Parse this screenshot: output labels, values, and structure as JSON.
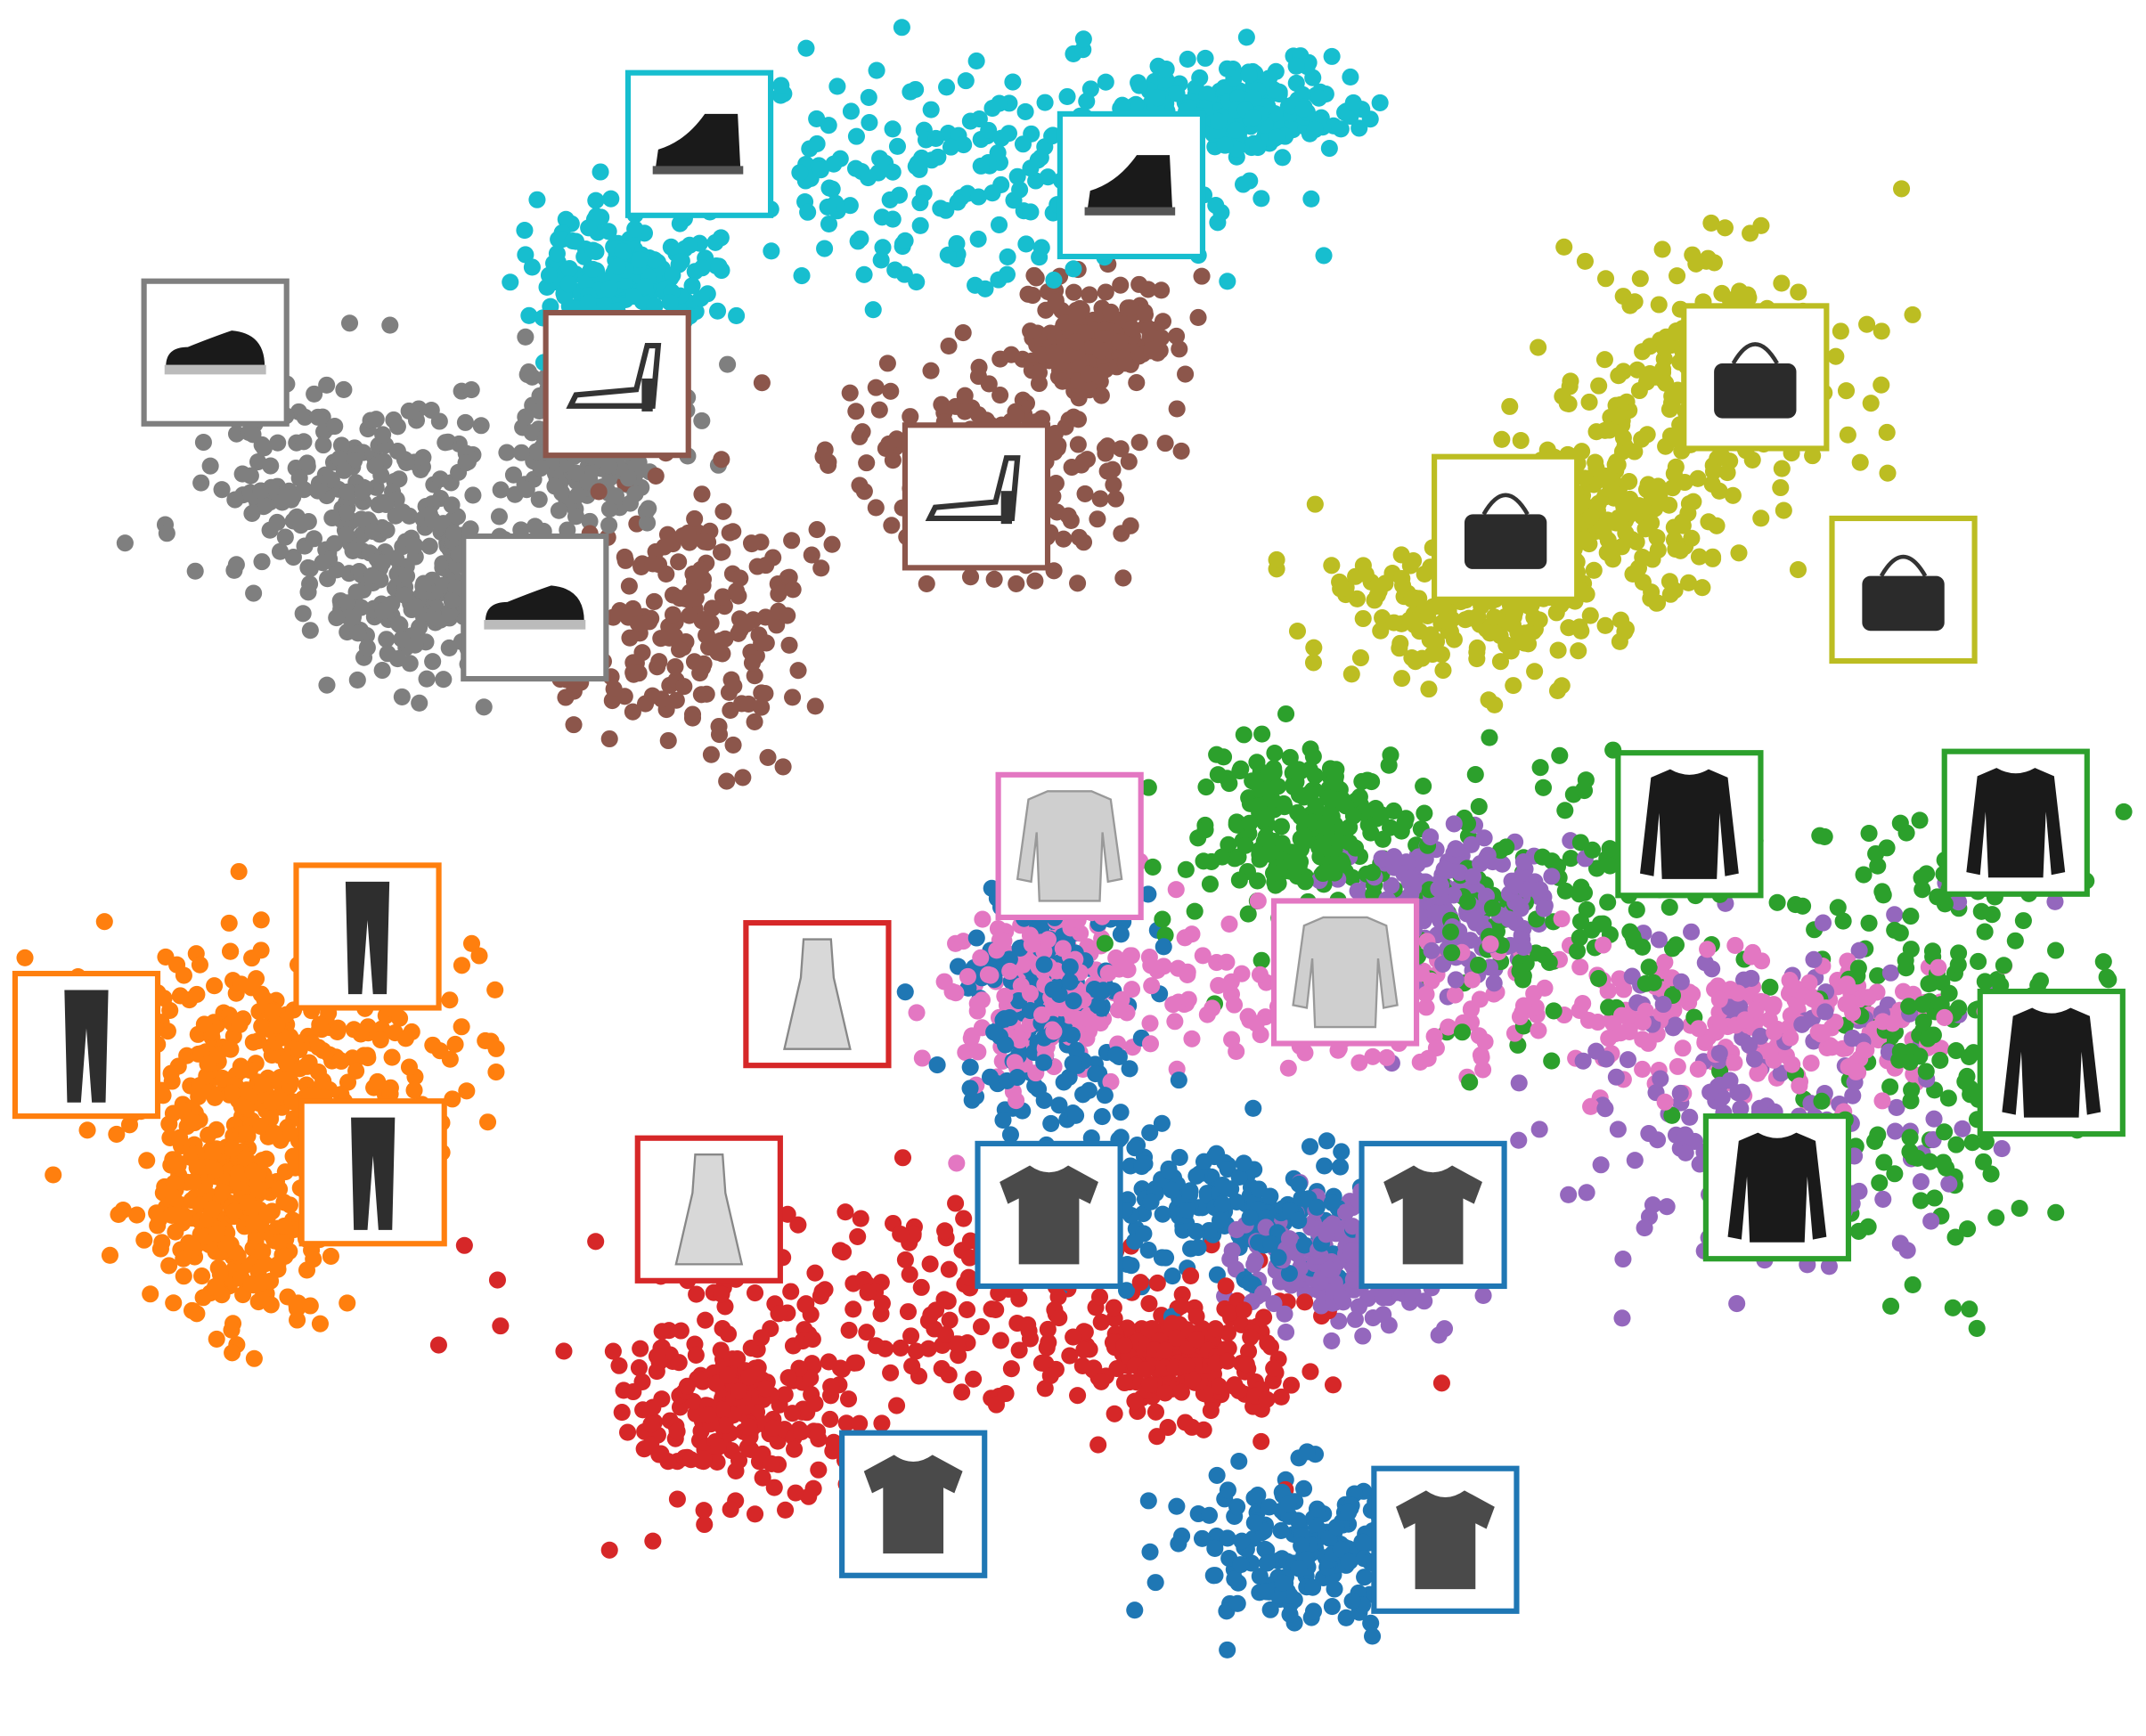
{
  "chart_data": {
    "type": "scatter",
    "title": "",
    "xlabel": "",
    "ylabel": "",
    "axes_visible": false,
    "grid": false,
    "legend": "none",
    "xlim": [
      0,
      1565
    ],
    "ylim": [
      1266,
      0
    ],
    "point_counts": [
      6000
    ],
    "clusters": [
      {
        "class_index": 0,
        "color": "#1f77b4",
        "count": 620,
        "ellipses": [
          [
            770,
            730,
            75,
            110
          ],
          [
            950,
            1130,
            100,
            60
          ],
          [
            880,
            880,
            140,
            60
          ]
        ]
      },
      {
        "class_index": 1,
        "color": "#ff7f0e",
        "count": 600,
        "ellipses": [
          [
            200,
            770,
            170,
            90
          ],
          [
            175,
            880,
            70,
            90
          ]
        ]
      },
      {
        "class_index": 2,
        "color": "#2ca02c",
        "count": 600,
        "ellipses": [
          [
            1100,
            650,
            220,
            110
          ],
          [
            1420,
            760,
            120,
            180
          ],
          [
            950,
            600,
            80,
            60
          ]
        ]
      },
      {
        "class_index": 3,
        "color": "#d62728",
        "count": 600,
        "ellipses": [
          [
            650,
            960,
            270,
            90
          ],
          [
            540,
            1030,
            90,
            70
          ],
          [
            860,
            990,
            90,
            50
          ]
        ]
      },
      {
        "class_index": 4,
        "color": "#9467bd",
        "count": 600,
        "ellipses": [
          [
            1280,
            800,
            210,
            140
          ],
          [
            980,
            920,
            80,
            50
          ],
          [
            1060,
            660,
            80,
            60
          ]
        ]
      },
      {
        "class_index": 5,
        "color": "#8c564b",
        "count": 600,
        "ellipses": [
          [
            500,
            450,
            110,
            110
          ],
          [
            720,
            340,
            110,
            90
          ],
          [
            800,
            250,
            60,
            50
          ]
        ]
      },
      {
        "class_index": 6,
        "color": "#e377c2",
        "count": 560,
        "ellipses": [
          [
            1000,
            730,
            300,
            60
          ],
          [
            760,
            720,
            70,
            80
          ],
          [
            1300,
            750,
            150,
            60
          ]
        ]
      },
      {
        "class_index": 7,
        "color": "#7f7f7f",
        "count": 620,
        "ellipses": [
          [
            250,
            360,
            120,
            90
          ],
          [
            320,
            430,
            90,
            70
          ],
          [
            430,
            320,
            70,
            70
          ]
        ]
      },
      {
        "class_index": 8,
        "color": "#bcbd22",
        "count": 600,
        "ellipses": [
          [
            1260,
            260,
            110,
            90
          ],
          [
            1080,
            440,
            120,
            60
          ],
          [
            1180,
            360,
            90,
            80
          ]
        ]
      },
      {
        "class_index": 9,
        "color": "#17becf",
        "count": 600,
        "ellipses": [
          [
            720,
            130,
            220,
            90
          ],
          [
            900,
            80,
            100,
            40
          ],
          [
            450,
            200,
            80,
            50
          ]
        ]
      }
    ],
    "thumbnails": [
      {
        "class_index": 9,
        "depicts": "ankle-boot-icon",
        "center": [
          510,
          105
        ]
      },
      {
        "class_index": 9,
        "depicts": "ankle-boot-icon",
        "center": [
          825,
          135
        ]
      },
      {
        "class_index": 7,
        "depicts": "sneaker-icon",
        "center": [
          157,
          257
        ]
      },
      {
        "class_index": 5,
        "depicts": "sandal-icon",
        "center": [
          450,
          280
        ]
      },
      {
        "class_index": 5,
        "depicts": "sandal-icon",
        "center": [
          712,
          362
        ]
      },
      {
        "class_index": 7,
        "depicts": "sneaker-icon",
        "center": [
          390,
          443
        ]
      },
      {
        "class_index": 8,
        "depicts": "bag-icon",
        "center": [
          1280,
          275
        ]
      },
      {
        "class_index": 8,
        "depicts": "bag-icon",
        "center": [
          1098,
          385
        ]
      },
      {
        "class_index": 8,
        "depicts": "bag-icon",
        "center": [
          1388,
          430
        ]
      },
      {
        "class_index": 6,
        "depicts": "shirt-icon",
        "center": [
          780,
          617
        ]
      },
      {
        "class_index": 6,
        "depicts": "shirt-icon",
        "center": [
          981,
          709
        ]
      },
      {
        "class_index": 2,
        "depicts": "pullover-icon",
        "center": [
          1232,
          601
        ]
      },
      {
        "class_index": 2,
        "depicts": "pullover-icon",
        "center": [
          1470,
          600
        ]
      },
      {
        "class_index": 2,
        "depicts": "pullover-icon",
        "center": [
          1496,
          775
        ]
      },
      {
        "class_index": 2,
        "depicts": "pullover-icon",
        "center": [
          1296,
          866
        ]
      },
      {
        "class_index": 1,
        "depicts": "trouser-icon",
        "center": [
          268,
          683
        ]
      },
      {
        "class_index": 1,
        "depicts": "trouser-icon",
        "center": [
          63,
          762
        ]
      },
      {
        "class_index": 1,
        "depicts": "trouser-icon",
        "center": [
          272,
          855
        ]
      },
      {
        "class_index": 3,
        "depicts": "dress-icon",
        "center": [
          596,
          725
        ]
      },
      {
        "class_index": 3,
        "depicts": "dress-icon",
        "center": [
          517,
          882
        ]
      },
      {
        "class_index": 0,
        "depicts": "tshirt-icon",
        "center": [
          765,
          886
        ]
      },
      {
        "class_index": 0,
        "depicts": "tshirt-icon",
        "center": [
          1045,
          886
        ]
      },
      {
        "class_index": 0,
        "depicts": "tshirt-icon",
        "center": [
          666,
          1097
        ]
      },
      {
        "class_index": 0,
        "depicts": "tshirt-icon",
        "center": [
          1054,
          1123
        ]
      }
    ]
  }
}
